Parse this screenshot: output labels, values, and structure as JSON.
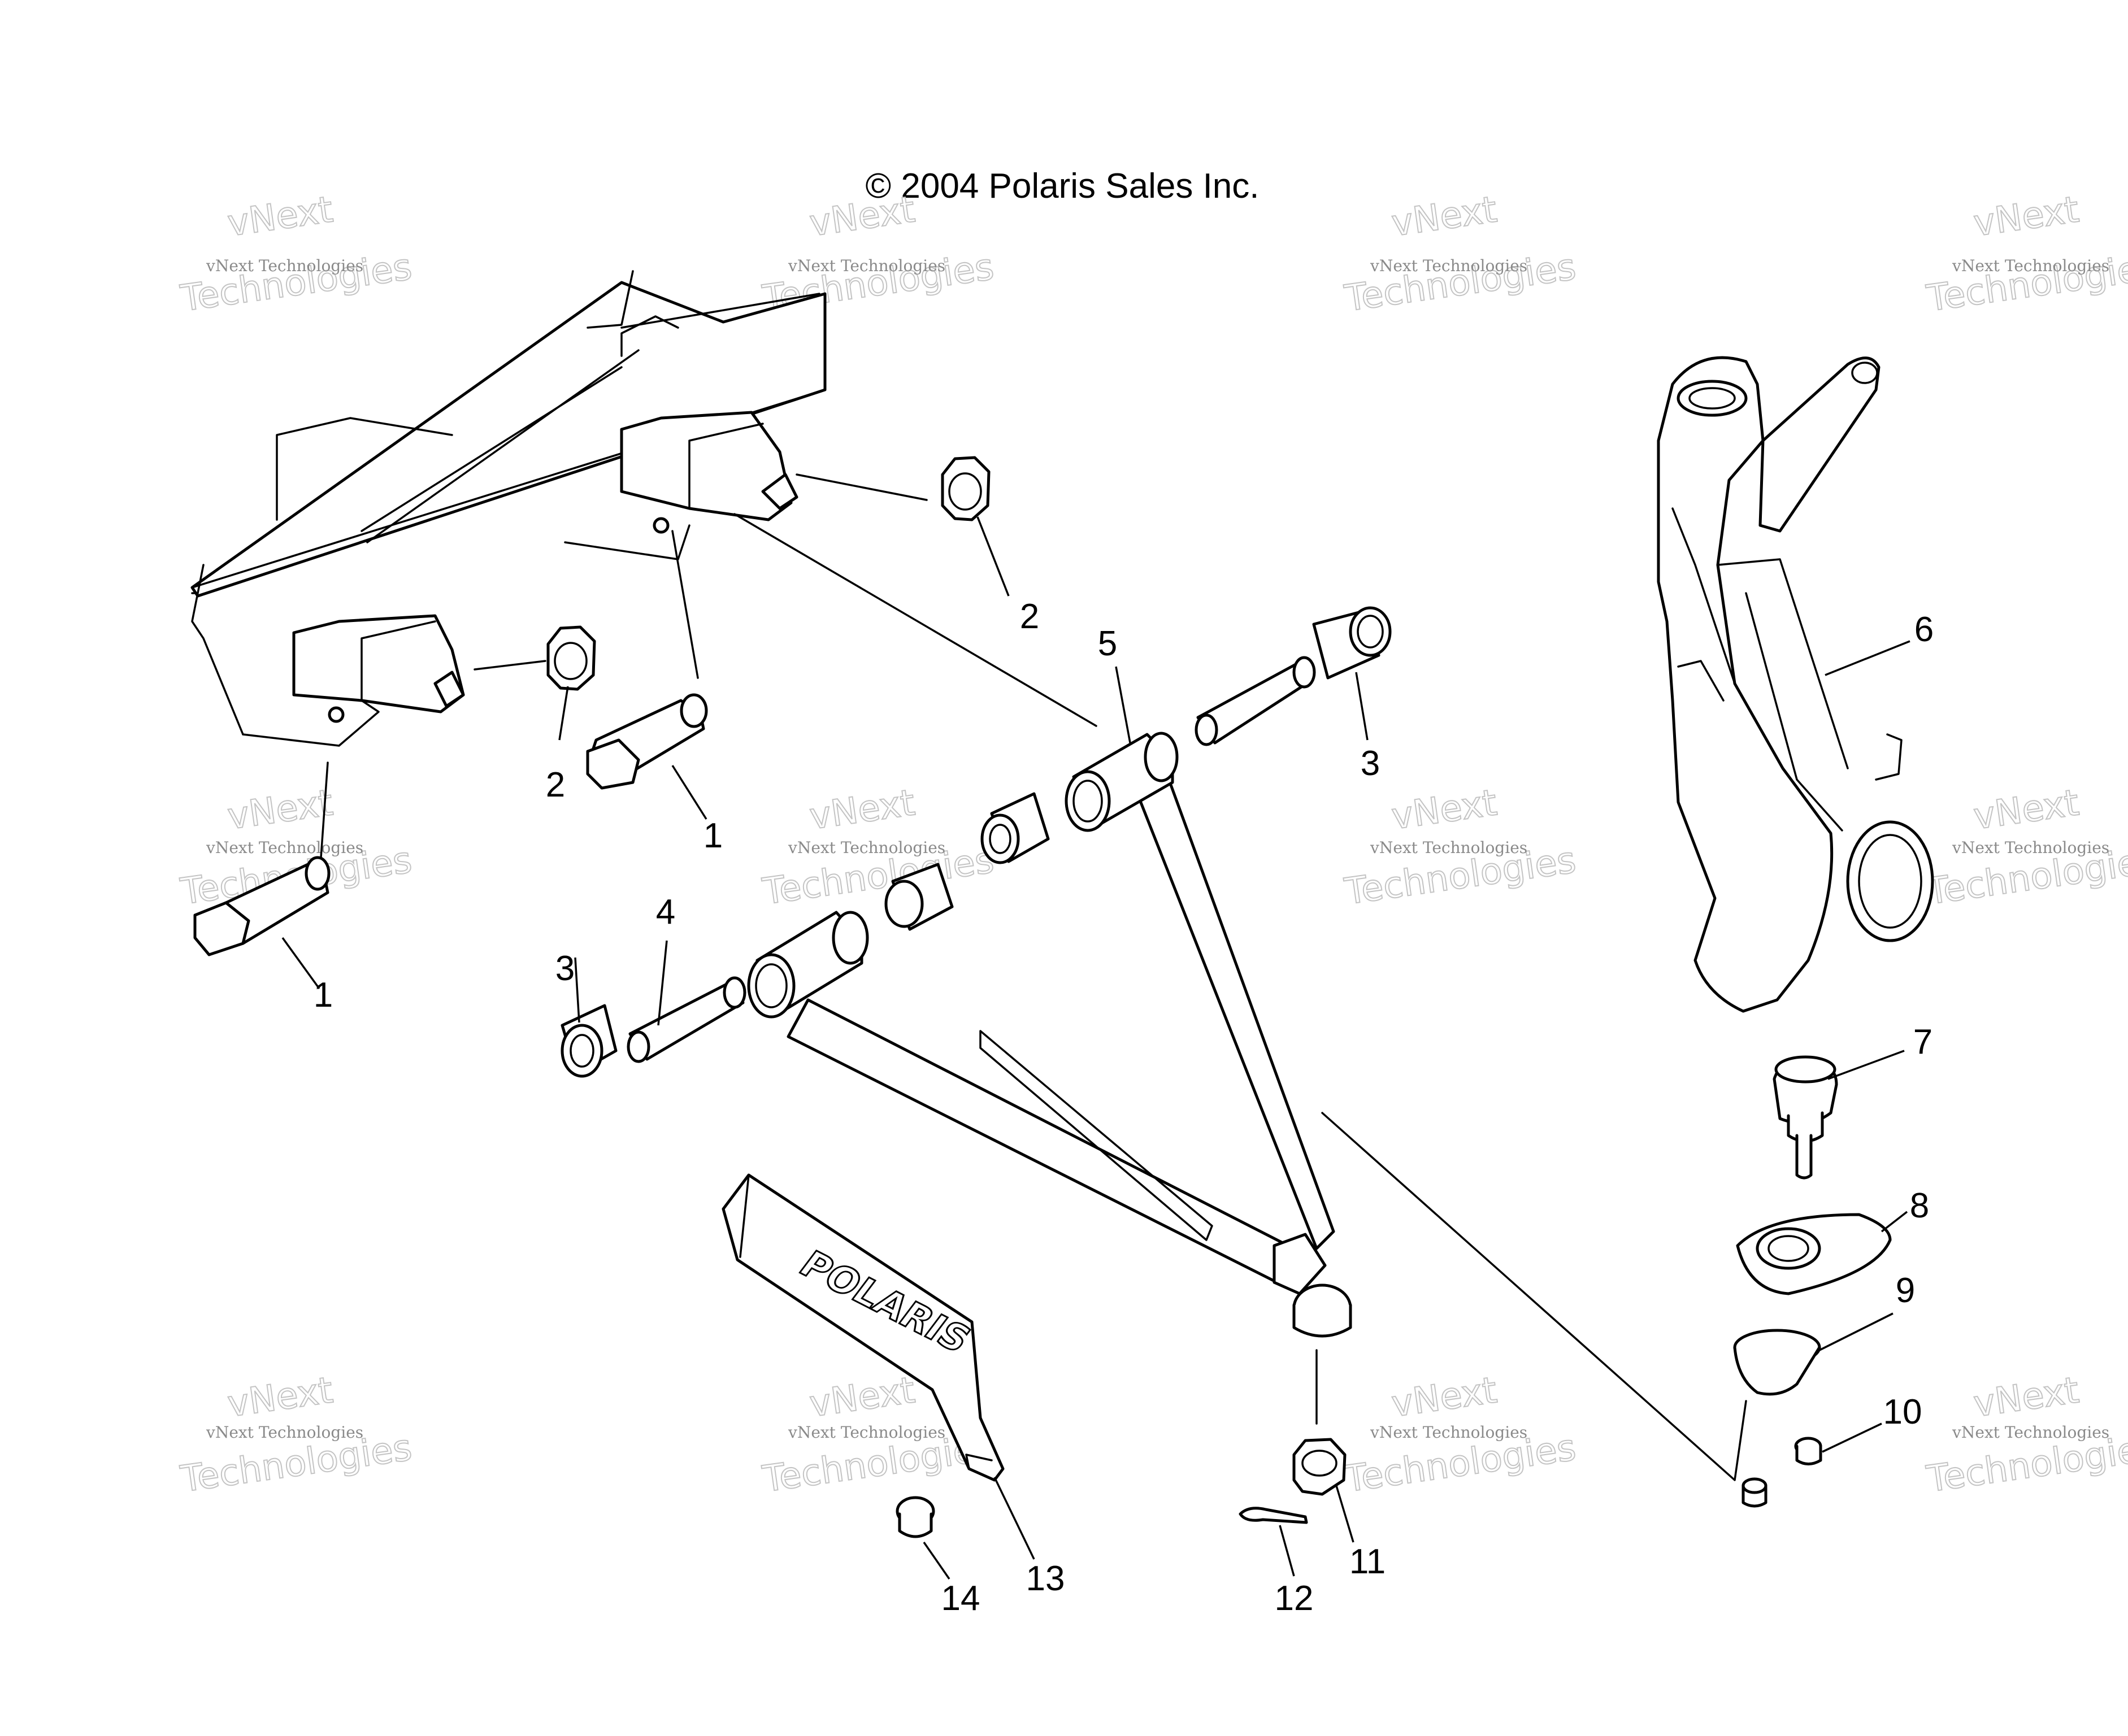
{
  "copyright": "© 2004 Polaris Sales Inc.",
  "brand_text": "POLARIS",
  "watermark": {
    "line1": "vNext Technologies",
    "line2": "vNext",
    "line3": "Technologies"
  },
  "callouts": [
    "1",
    "2",
    "2",
    "1",
    "5",
    "3",
    "6",
    "3",
    "4",
    "7",
    "8",
    "9",
    "10",
    "13",
    "14",
    "11",
    "12"
  ]
}
